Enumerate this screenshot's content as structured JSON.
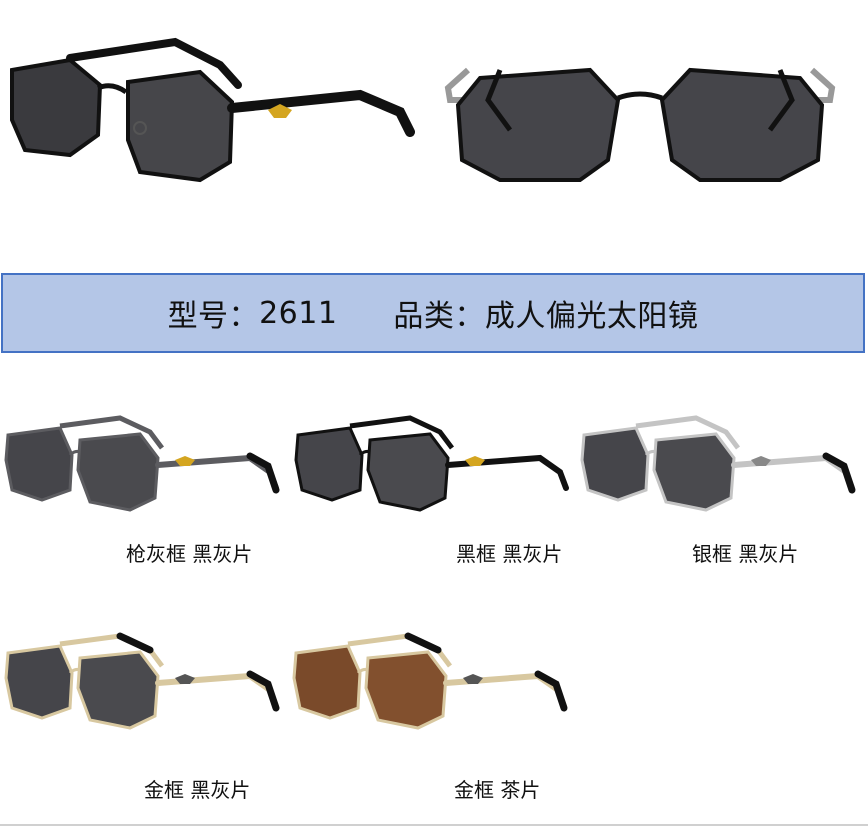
{
  "banner": {
    "model_label": "型号：",
    "model_number": "2611",
    "category_label": "品类：",
    "category_value": "成人偏光太阳镜"
  },
  "colors": {
    "banner_bg": "#b4c6e7",
    "banner_border": "#4472c4",
    "lens_grey": "#4a4a4e",
    "lens_tea": "#7a4a2a",
    "frame_gunmetal": "#5c5c60",
    "frame_black": "#111111",
    "frame_silver": "#c4c4c4",
    "frame_gold": "#d8c8a0"
  },
  "variants": [
    {
      "caption": "枪灰框  黑灰片",
      "frame": "gunmetal",
      "lens": "grey"
    },
    {
      "caption": "黑框 黑灰片",
      "frame": "black",
      "lens": "grey"
    },
    {
      "caption": "银框 黑灰片",
      "frame": "silver",
      "lens": "grey"
    },
    {
      "caption": "金框 黑灰片",
      "frame": "gold",
      "lens": "grey"
    },
    {
      "caption": "金框 茶片",
      "frame": "gold",
      "lens": "tea"
    }
  ]
}
